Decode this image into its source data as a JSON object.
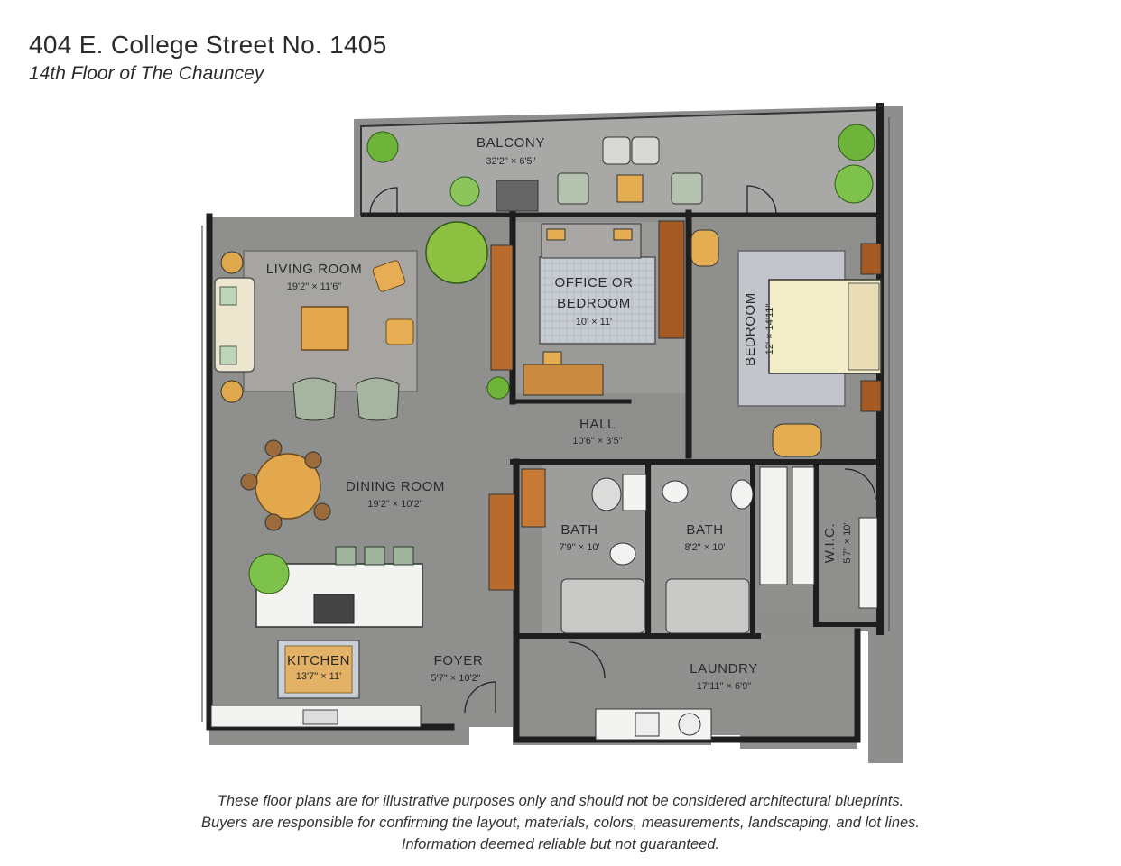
{
  "header": {
    "title": "404 E. College Street No. 1405",
    "subtitle": "14th Floor of The Chauncey"
  },
  "rooms": {
    "balcony": {
      "name": "BALCONY",
      "dim": "32'2\" × 6'5\""
    },
    "living": {
      "name": "LIVING ROOM",
      "dim": "19'2\" × 11'6\""
    },
    "office": {
      "name1": "OFFICE OR",
      "name2": "BEDROOM",
      "dim": "10' × 11'"
    },
    "bedroom": {
      "name": "BEDROOM",
      "dim": "12' × 14'11\""
    },
    "hall": {
      "name": "HALL",
      "dim": "10'6\" × 3'5\""
    },
    "dining": {
      "name": "DINING ROOM",
      "dim": "19'2\" × 10'2\""
    },
    "bath1": {
      "name": "BATH",
      "dim": "7'9\" × 10'"
    },
    "bath2": {
      "name": "BATH",
      "dim": "8'2\" × 10'"
    },
    "wic": {
      "name": "W.I.C.",
      "dim": "5'7\" × 10'"
    },
    "kitchen": {
      "name": "KITCHEN",
      "dim": "13'7\" × 11'"
    },
    "foyer": {
      "name": "FOYER",
      "dim": "5'7\" × 10'2\""
    },
    "laundry": {
      "name": "LAUNDRY",
      "dim": "17'11\" × 6'9\""
    }
  },
  "disclaimer": {
    "line1": "These floor plans are for illustrative purposes only and should not be considered architectural blueprints.",
    "line2": "Buyers are responsible for confirming the layout, materials, colors, measurements, landscaping, and lot lines.",
    "line3": "Information deemed reliable but not guaranteed."
  },
  "colors": {
    "wall": "#1e1e1e",
    "floor": "#8f8f8d",
    "floor_light": "#a3a3a1",
    "rug": "#c9cdd2",
    "wood": "#b86b2e",
    "cushion": "#e5ad52",
    "plant": "#6fb43a"
  }
}
